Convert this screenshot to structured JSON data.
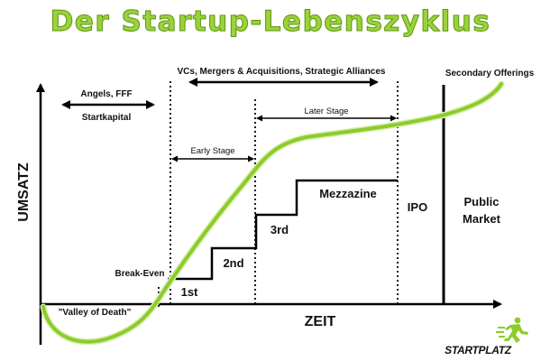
{
  "title": "Der Startup-Lebenszyklus",
  "axes": {
    "y_label": "UMSATZ",
    "x_label": "ZEIT"
  },
  "funding": {
    "angels": "Angels, FFF",
    "startkapital": "Startkapital",
    "vcs": "VCs, Mergers & Acquisitions, Strategic Alliances",
    "early_stage": "Early Stage",
    "later_stage": "Later Stage",
    "secondary": "Secondary Offerings"
  },
  "stages": {
    "first": "1st",
    "second": "2nd",
    "third": "3rd",
    "mezzanine": "Mezzazine",
    "ipo": "IPO",
    "public_line1": "Public",
    "public_line2": "Market"
  },
  "annotations": {
    "break_even": "Break-Even",
    "valley": "\"Valley of Death\""
  },
  "brand": {
    "name": "STARTPLATZ",
    "runner_icon": "runner-icon"
  },
  "colors": {
    "curve": "#8ccc2a",
    "title": "#9bd23a",
    "line": "#000000",
    "brand_green": "#8ccc2a"
  }
}
